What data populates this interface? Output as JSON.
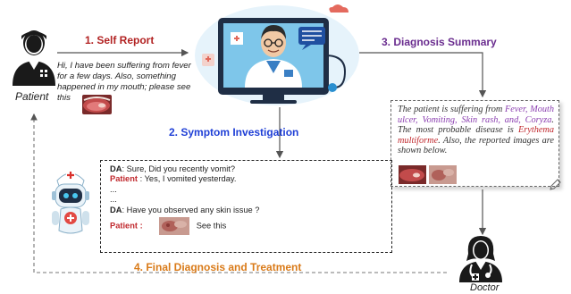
{
  "steps": {
    "s1": "1. Self Report",
    "s2": "2. Symptom Investigation",
    "s3": "3. Diagnosis Summary",
    "s4": "4. Final Diagnosis and Treatment"
  },
  "roles": {
    "patient": "Patient",
    "doctor": "Doctor"
  },
  "self_report": {
    "line1": "Hi, I have been suffering from fever",
    "line2": "for a few days. Also, something",
    "line3": "happened in my mouth; please see",
    "line4": "this"
  },
  "chat": {
    "da": "DA",
    "patient": "Patient",
    "q1": ": Sure, Did you recently vomit?",
    "a1": " : Yes, I vomited yesterday.",
    "e1": "...",
    "e2": "...",
    "q2": ": Have you observed any skin issue ?",
    "a2_prefix": " :",
    "a2": "See this"
  },
  "summary": {
    "p1": "The patient is suffering from ",
    "s1": "Fever,",
    "s2": "Mouth ulcer,",
    "s3": "Vomiting,",
    "s4": "Skin rash,",
    "s5": "and,",
    "s6": "Coryza",
    "p2": ". The most probable disease is ",
    "disease": "Erythema multiforme",
    "p3": ". Also, the reported images are shown below."
  },
  "colors": {
    "step1": "#b22222",
    "step2": "#1f3fd6",
    "step3": "#6a2d8f",
    "step4": "#d97a18",
    "symptom": "#8b3fb0",
    "disease": "#c0282d"
  },
  "icons": [
    "patient-avatar-icon",
    "doctor-monitor-illustration",
    "nurse-robot-icon",
    "doctor-avatar-icon"
  ]
}
